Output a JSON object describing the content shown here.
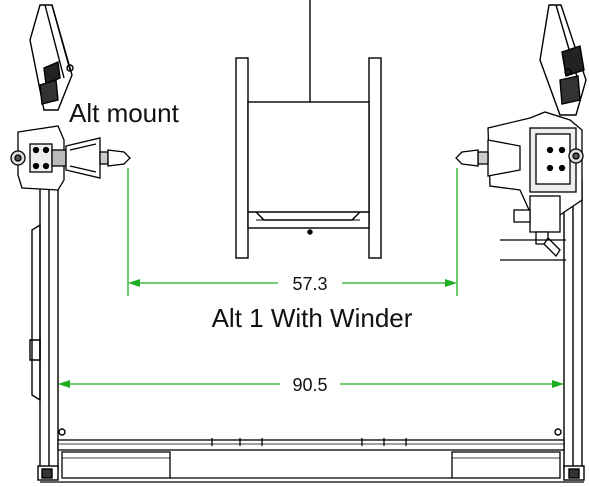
{
  "labels": {
    "alt_mount": "Alt mount",
    "alt1_with_winder": "Alt 1 With Winder"
  },
  "dimensions": {
    "inner": "57.3",
    "outer": "90.5"
  },
  "colors": {
    "dimension_line": "#1fae1f",
    "drawing_line": "#000000",
    "background": "#ffffff"
  }
}
